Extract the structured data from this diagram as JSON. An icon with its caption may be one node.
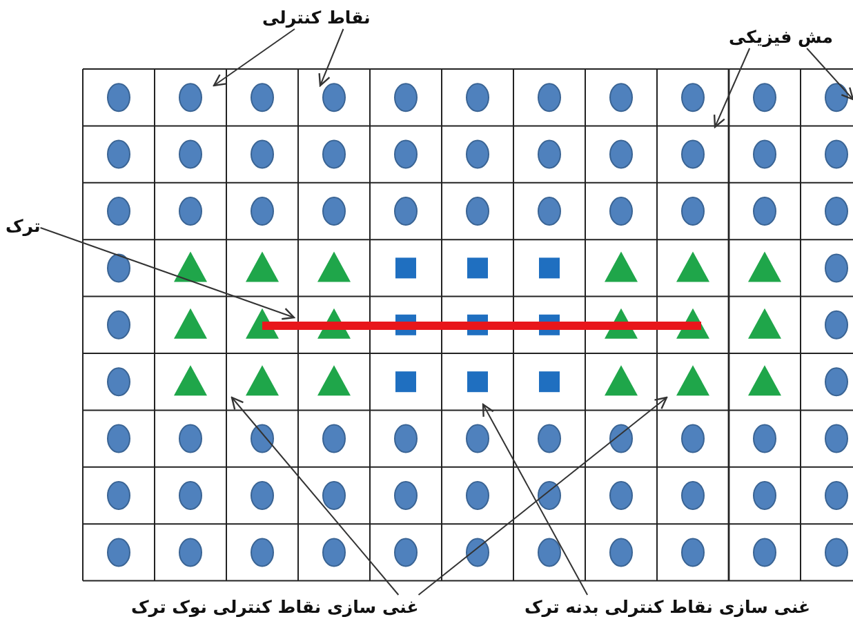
{
  "diagram": {
    "nodes": [
      {
        "text": [
          "نقاط کنترلی"
        ]
      },
      {
        "text": [
          "مش فیزیکی"
        ]
      },
      {
        "text": [
          "ترک"
        ]
      },
      {
        "text": [
          "غنی سازی نقاط کنترلی نوک ترک"
        ]
      },
      {
        "text": [
          "غنی سازی نقاط کنترلی بدنه ترک"
        ]
      }
    ],
    "edges": [
      {
        "from": 0,
        "to": null,
        "arrow": "to"
      },
      {
        "from": 0,
        "to": null,
        "arrow": "to"
      },
      {
        "from": 1,
        "to": null,
        "arrow": "to"
      },
      {
        "from": 1,
        "to": null,
        "arrow": "to"
      },
      {
        "from": 2,
        "to": null,
        "arrow": "to"
      },
      {
        "from": 3,
        "to": null,
        "arrow": "to"
      },
      {
        "from": 3,
        "to": null,
        "arrow": "to"
      },
      {
        "from": 4,
        "to": null,
        "arrow": "to"
      }
    ]
  }
}
